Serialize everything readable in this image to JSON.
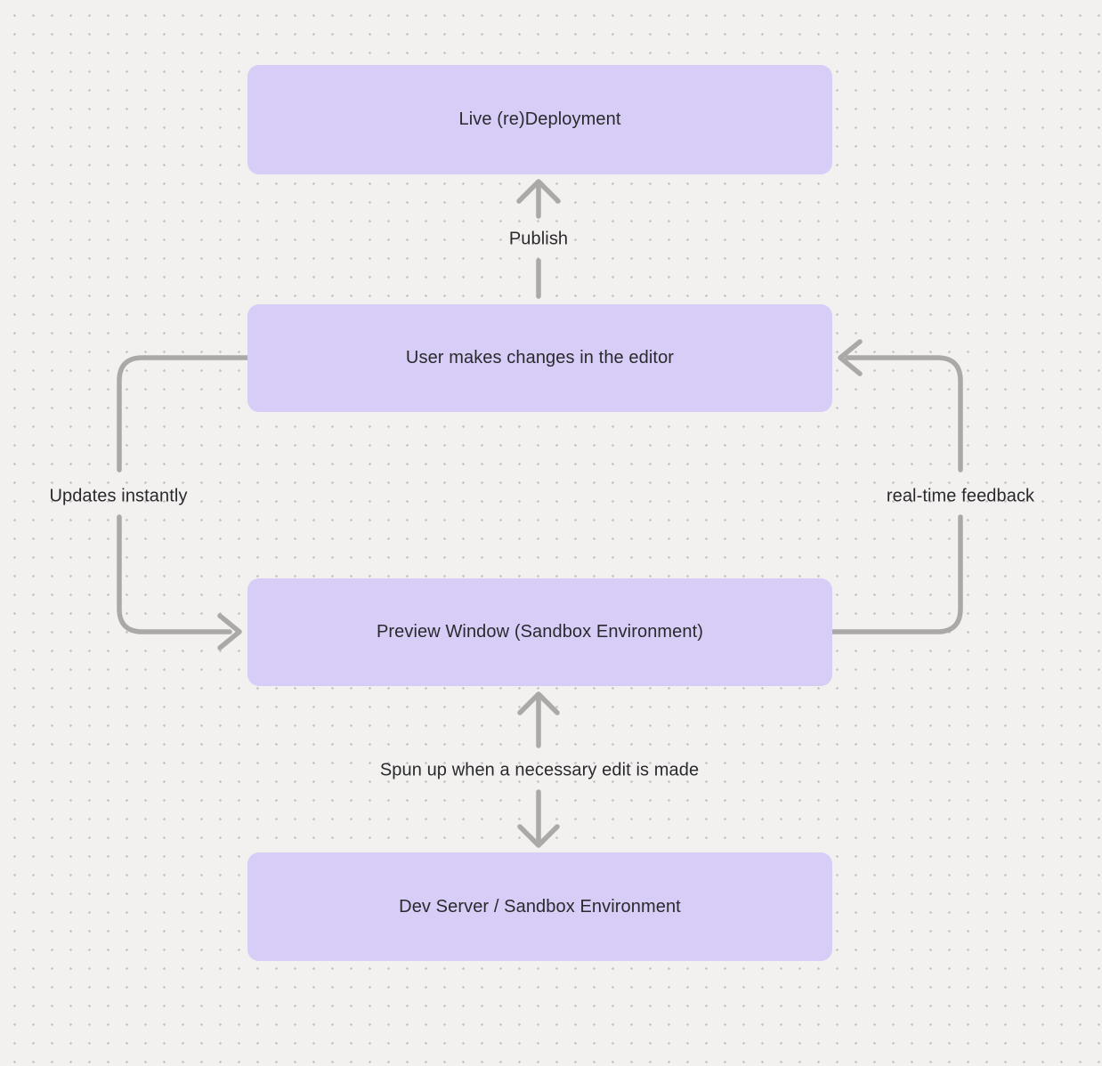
{
  "diagram": {
    "canvas": {
      "background_color": "#f2f1ef",
      "dot_color": "#c8c6c4",
      "node_fill_color": "#d8cdf6",
      "arrow_color": "#aaa9a8",
      "text_color": "#2a2a2e"
    },
    "nodes": [
      {
        "id": "live-redeployment",
        "label": "Live (re)Deployment"
      },
      {
        "id": "editor-changes",
        "label": "User makes changes in the editor"
      },
      {
        "id": "preview-window",
        "label": "Preview Window (Sandbox Environment)"
      },
      {
        "id": "dev-server",
        "label": "Dev Server / Sandbox Environment"
      }
    ],
    "edges": [
      {
        "from": "editor-changes",
        "to": "live-redeployment",
        "label": "Publish",
        "direction": "up",
        "side": "center"
      },
      {
        "from": "editor-changes",
        "to": "preview-window",
        "label": "Updates instantly",
        "direction": "down",
        "side": "left"
      },
      {
        "from": "preview-window",
        "to": "editor-changes",
        "label": "real-time feedback",
        "direction": "up",
        "side": "right"
      },
      {
        "from": "dev-server",
        "to": "preview-window",
        "label": "Spun up when a necessary edit is made",
        "direction": "both",
        "side": "center"
      }
    ]
  }
}
